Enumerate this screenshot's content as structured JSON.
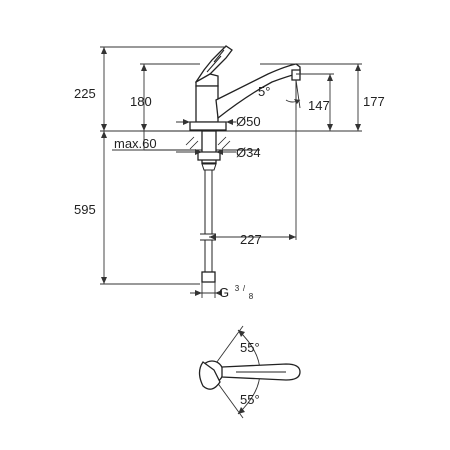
{
  "dimensions": {
    "overall_height": "225",
    "spout_height": "180",
    "below_counter": "595",
    "max_counter": "max.60",
    "outlet_height": "177",
    "aerator_height": "147",
    "tilt_angle": "5°",
    "base_diameter": "Ø50",
    "hole_diameter": "Ø34",
    "reach": "227",
    "thread_prefix": "G",
    "thread_num": "3",
    "thread_den": "8"
  },
  "swivel": {
    "angle_top": "55°",
    "angle_bottom": "55°"
  },
  "colors": {
    "line": "#222222",
    "background": "#ffffff"
  }
}
